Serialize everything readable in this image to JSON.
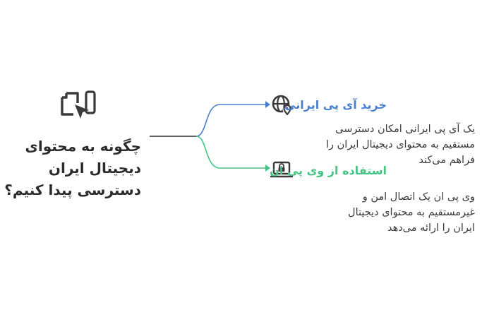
{
  "central": {
    "icon": "device-cursor-icon",
    "title_lines": [
      "چگونه به محتوای",
      "دیجیتال ایران",
      "دسترسی پیدا کنیم؟"
    ]
  },
  "branches": [
    {
      "icon": "globe-pin-icon",
      "title": "خرید آی پی ایرانی",
      "description_lines": [
        "یک آی پی ایرانی امکان دسترسی",
        "مستقیم به محتوای دیجیتال ایران را",
        "فراهم می‌کند"
      ]
    },
    {
      "icon": "laptop-lock-icon",
      "title": "استفاده از وی پی ان",
      "description_lines": [
        "وی پی ان یک اتصال امن و",
        "غیرمستقیم به محتوای دیجیتال",
        "ایران را ارائه می‌دهد"
      ]
    }
  ],
  "colors": {
    "branch_1": "#4a7fcf",
    "branch_2": "#46c483",
    "text": "#2b2b2b",
    "icon": "#3a3a3a"
  }
}
